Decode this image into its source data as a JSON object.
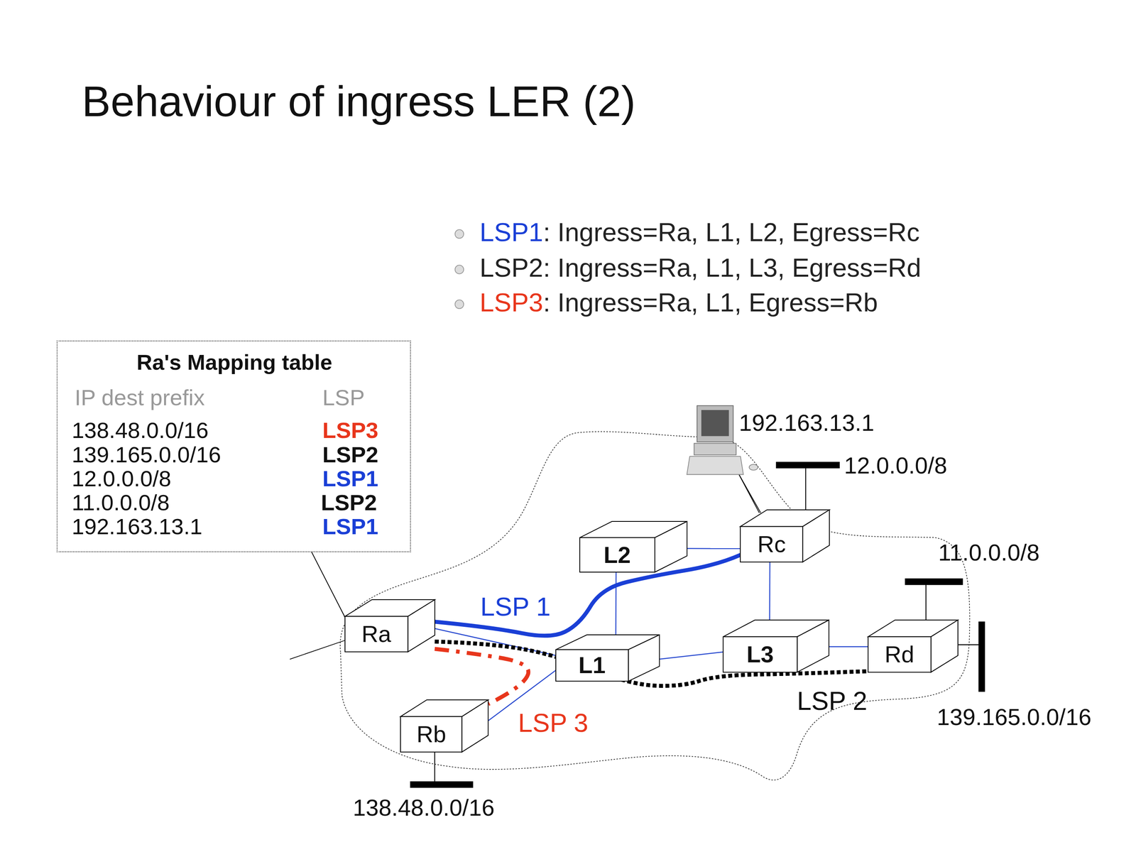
{
  "diagram": {
    "title": "Behaviour of ingress LER (2)",
    "nodes": [
      {
        "text": [
          "Ra's Mapping table"
        ]
      },
      {
        "text": [
          "Ra"
        ]
      },
      {
        "text": [
          "L1"
        ]
      },
      {
        "text": [
          "L2"
        ]
      },
      {
        "text": [
          "L3"
        ]
      },
      {
        "text": [
          "Rb"
        ]
      },
      {
        "text": [
          "Rc"
        ]
      },
      {
        "text": [
          "Rd"
        ]
      }
    ],
    "edges": [
      {
        "from": 0,
        "to": 1,
        "arrow": "none"
      },
      {
        "from": 1,
        "to": 2,
        "arrow": "none"
      },
      {
        "from": 2,
        "to": 3,
        "arrow": "none"
      },
      {
        "from": 3,
        "to": 6,
        "arrow": "none"
      },
      {
        "from": 6,
        "to": 4,
        "arrow": "none"
      },
      {
        "from": 2,
        "to": 4,
        "arrow": "none"
      },
      {
        "from": 4,
        "to": 7,
        "arrow": "none"
      },
      {
        "from": 2,
        "to": 5,
        "arrow": "none"
      },
      {
        "from": 1,
        "to": 6,
        "label": "LSP 1",
        "arrow": "none"
      },
      {
        "from": 1,
        "to": 7,
        "label": "LSP 2",
        "arrow": "none"
      },
      {
        "from": 1,
        "to": 5,
        "label": "LSP 3",
        "arrow": "none"
      }
    ],
    "labels": [
      "LSP1",
      ": Ingress=Ra, L1, L2, Egress=Rc",
      "LSP2: Ingress=Ra, L1, L3, Egress=Rd",
      "LSP3",
      ": Ingress=Ra, L1, Egress=Rb",
      "IP dest prefix",
      "LSP",
      "138.48.0.0/16",
      "LSP3",
      "139.165.0.0/16",
      "LSP2",
      "12.0.0.0/8",
      "LSP1",
      "11.0.0.0/8",
      "LSP2",
      "192.163.13.1",
      "LSP1",
      "192.163.13.1",
      "12.0.0.0/8",
      "11.0.0.0/8",
      "139.165.0.0/16",
      "138.48.0.0/16"
    ]
  }
}
